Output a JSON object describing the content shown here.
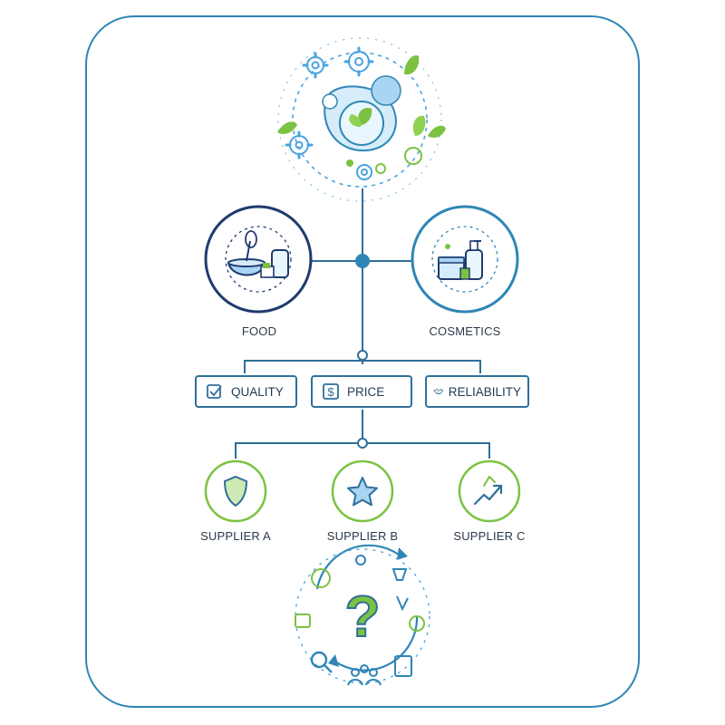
{
  "categories": [
    {
      "id": "food",
      "label": "FOOD"
    },
    {
      "id": "cosmetics",
      "label": "COSMETICS"
    }
  ],
  "criteria": [
    {
      "id": "quality",
      "label": "QUALITY",
      "icon": "check-box-icon"
    },
    {
      "id": "price",
      "label": "PRICE",
      "icon": "dollar-icon"
    },
    {
      "id": "reliability",
      "label": "RELIABILITY",
      "icon": "handshake-icon"
    }
  ],
  "suppliers": [
    {
      "id": "a",
      "label": "SUPPLIER A",
      "icon": "shield-icon"
    },
    {
      "id": "b",
      "label": "SUPPLIER B",
      "icon": "star-icon"
    },
    {
      "id": "c",
      "label": "SUPPLIER C",
      "icon": "trend-up-icon"
    }
  ],
  "decision": {
    "symbol": "?",
    "icon": "question-mark-icon"
  },
  "colors": {
    "frame": "#2f86b6",
    "connector": "#2f6f9a",
    "light_blue": "#4aa3df",
    "green": "#7cc242",
    "dark_navy": "#1f3b6e"
  }
}
